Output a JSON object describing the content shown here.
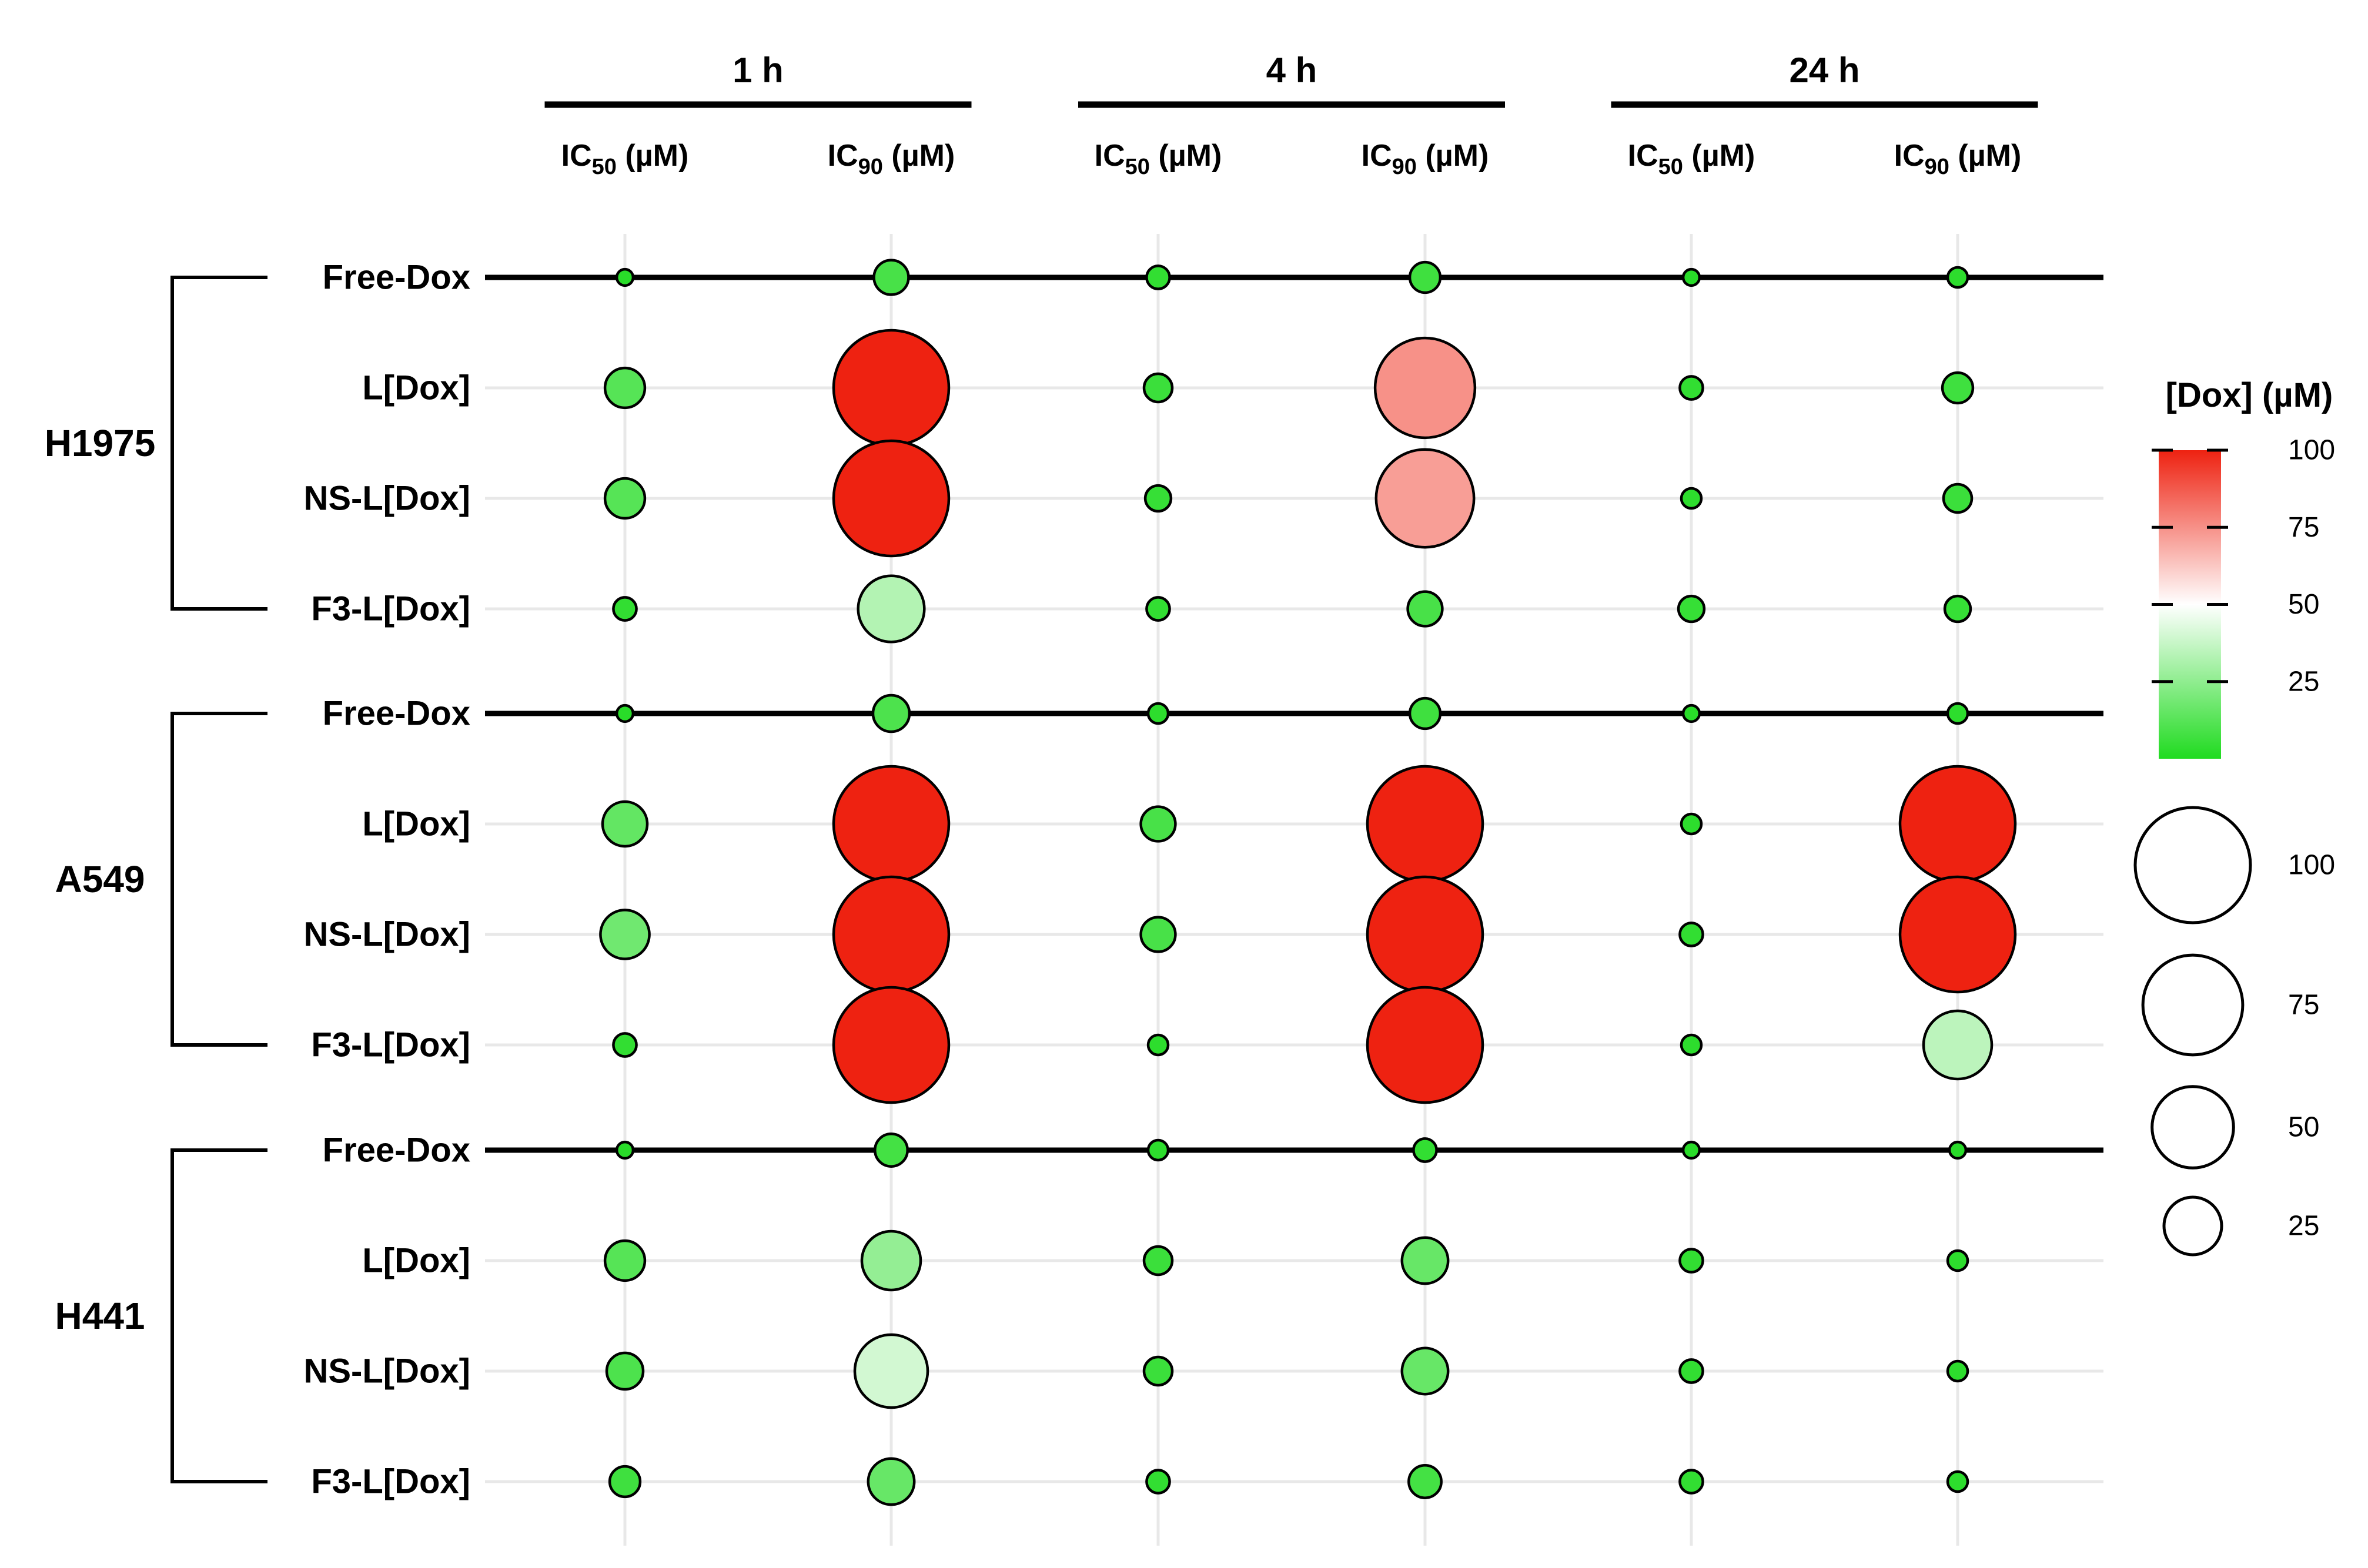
{
  "chart_data": {
    "type": "bubble-matrix",
    "description": "IC50 and IC90 doxorubicin concentrations (µM) per formulation, cell line and exposure time; bubble size and green-white-red color both encode the [Dox] value in µM",
    "time_groups": [
      "1 h",
      "4 h",
      "24 h"
    ],
    "metrics": [
      {
        "prefix": "IC",
        "sub": "50",
        "suffix": " (µM)"
      },
      {
        "prefix": "IC",
        "sub": "90",
        "suffix": " (µM)"
      }
    ],
    "columns": [
      "1h IC50",
      "1h IC90",
      "4h IC50",
      "4h IC90",
      "24h IC50",
      "24h IC90"
    ],
    "row_groups": [
      {
        "cell_line": "H1975",
        "label_color": "#7C8CA4",
        "rows": [
          {
            "label": "Free-Dox",
            "values_uM": [
              2,
              9,
              4,
              7,
              2,
              3
            ]
          },
          {
            "label": "L[Dox]",
            "values_uM": [
              12,
              100,
              6,
              75,
              4,
              7
            ]
          },
          {
            "label": "NS-L[Dox]",
            "values_uM": [
              12,
              100,
              5,
              72,
              3,
              6
            ]
          },
          {
            "label": "F3-L[Dox]",
            "values_uM": [
              4,
              33,
              4,
              9,
              5,
              5
            ]
          }
        ]
      },
      {
        "cell_line": "A549",
        "label_color": "#8E3A55",
        "rows": [
          {
            "label": "Free-Dox",
            "values_uM": [
              2,
              10,
              3,
              7,
              2,
              3
            ]
          },
          {
            "label": "L[Dox]",
            "values_uM": [
              15,
              100,
              9,
              100,
              3,
              100
            ]
          },
          {
            "label": "NS-L[Dox]",
            "values_uM": [
              18,
              100,
              9,
              100,
              4,
              100
            ]
          },
          {
            "label": "F3-L[Dox]",
            "values_uM": [
              4,
              100,
              3,
              100,
              3,
              35
            ]
          }
        ]
      },
      {
        "cell_line": "H441",
        "label_color": "#BE6876",
        "rows": [
          {
            "label": "Free-Dox",
            "values_uM": [
              2,
              8,
              3,
              4,
              2,
              2
            ]
          },
          {
            "label": "L[Dox]",
            "values_uM": [
              12,
              26,
              6,
              16,
              4,
              3
            ]
          },
          {
            "label": "NS-L[Dox]",
            "values_uM": [
              10,
              40,
              6,
              16,
              4,
              3
            ]
          },
          {
            "label": "F3-L[Dox]",
            "values_uM": [
              7,
              16,
              4,
              8,
              4,
              3
            ]
          }
        ]
      }
    ],
    "color_legend": {
      "title": "[Dox] (µM)",
      "ticks": [
        100,
        75,
        50,
        25
      ],
      "domain": [
        0,
        100
      ],
      "top_color": "#EE2211",
      "mid_color": "#FFFFFF",
      "bottom_color": "#20DB20"
    },
    "size_legend": {
      "ticks": [
        100,
        75,
        50,
        25
      ]
    }
  }
}
